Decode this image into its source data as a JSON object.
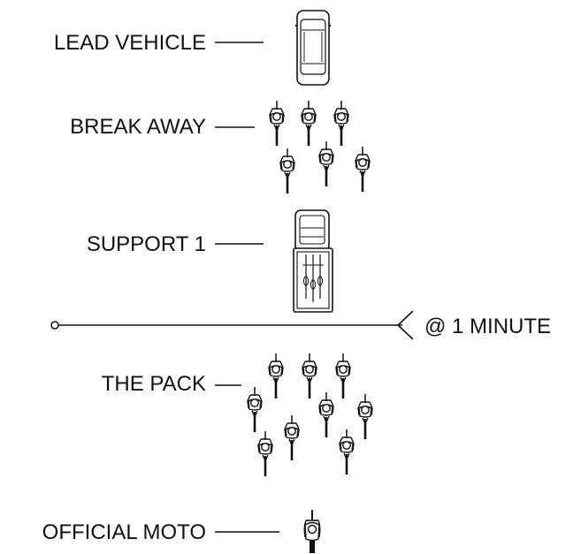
{
  "labels": {
    "lead_vehicle": "LEAD VEHICLE",
    "break_away": "BREAK AWAY",
    "support": "SUPPORT 1",
    "gap": "@ 1 MINUTE",
    "pack": "THE PACK",
    "official_moto": "OFFICIAL MOTO"
  },
  "colors": {
    "ink": "#111111",
    "background": "#ffffff"
  }
}
